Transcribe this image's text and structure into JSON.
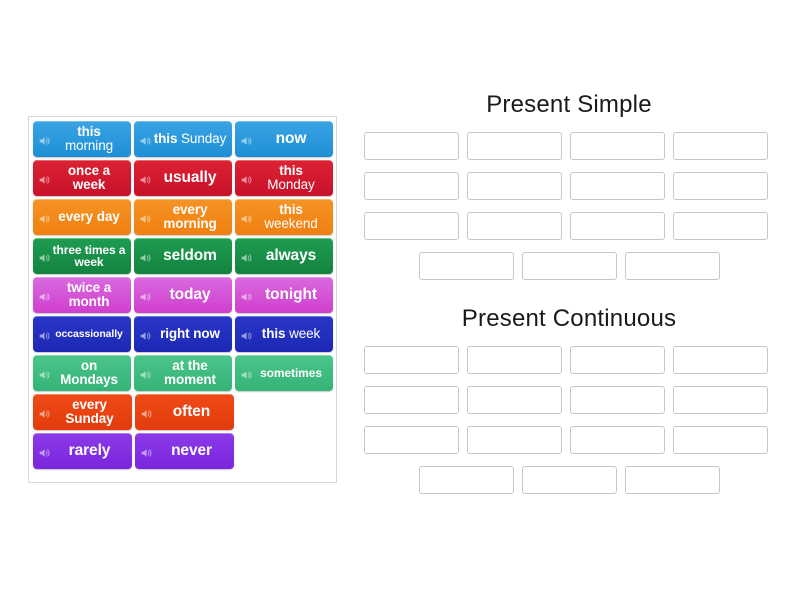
{
  "tile_bank": {
    "name": "word-tile-bank",
    "speaker_icon": "speaker-icon",
    "rows": [
      [
        {
          "pre": "this",
          "post": "morning",
          "color": "c-blue",
          "size": "s-md"
        },
        {
          "pre": "this",
          "post": "Sunday",
          "color": "c-blue",
          "size": "s-md"
        },
        {
          "text": "now",
          "color": "c-blue",
          "size": "s-lg"
        }
      ],
      [
        {
          "text": "once a week",
          "color": "c-red",
          "size": "s-md"
        },
        {
          "text": "usually",
          "color": "c-red",
          "size": "s-lg"
        },
        {
          "pre": "this",
          "post": "Monday",
          "color": "c-red",
          "size": "s-md"
        }
      ],
      [
        {
          "text": "every day",
          "color": "c-orange",
          "size": "s-md"
        },
        {
          "text": "every morning",
          "color": "c-orange",
          "size": "s-md"
        },
        {
          "pre": "this",
          "post": "weekend",
          "color": "c-orange",
          "size": "s-md"
        }
      ],
      [
        {
          "text": "three times a week",
          "color": "c-green",
          "size": "s-sm"
        },
        {
          "text": "seldom",
          "color": "c-green",
          "size": "s-lg"
        },
        {
          "text": "always",
          "color": "c-green",
          "size": "s-lg"
        }
      ],
      [
        {
          "text": "twice a month",
          "color": "c-magenta",
          "size": "s-md"
        },
        {
          "text": "today",
          "color": "c-magenta",
          "size": "s-lg"
        },
        {
          "text": "tonight",
          "color": "c-magenta",
          "size": "s-lg"
        }
      ],
      [
        {
          "text": "occassionally",
          "color": "c-navy",
          "size": "s-xs"
        },
        {
          "text": "right now",
          "color": "c-navy",
          "size": "s-md"
        },
        {
          "pre": "this",
          "post": "week",
          "color": "c-navy",
          "size": "s-md",
          "inline": true
        }
      ],
      [
        {
          "text": "on Mondays",
          "color": "c-mint",
          "size": "s-md"
        },
        {
          "text": "at the moment",
          "color": "c-mint",
          "size": "s-md"
        },
        {
          "text": "sometimes",
          "color": "c-mint",
          "size": "s-sm"
        }
      ],
      [
        {
          "text": "every Sunday",
          "color": "c-tomato",
          "size": "s-md"
        },
        {
          "text": "often",
          "color": "c-tomato",
          "size": "s-lg"
        }
      ],
      [
        {
          "text": "rarely",
          "color": "c-purple",
          "size": "s-lg"
        },
        {
          "text": "never",
          "color": "c-purple",
          "size": "s-lg"
        }
      ]
    ]
  },
  "panels": [
    {
      "id": "present-simple",
      "title": "Present Simple",
      "rows": [
        4,
        4,
        4,
        3
      ]
    },
    {
      "id": "present-continuous",
      "title": "Present Continuous",
      "rows": [
        4,
        4,
        4,
        3
      ]
    }
  ],
  "colors": {
    "blue": "#1e8fd6",
    "red": "#c8102a",
    "orange": "#ef7f10",
    "green": "#13833f",
    "magenta": "#cf3fcd",
    "navy": "#1c28b4",
    "mint": "#35b377",
    "tomato": "#e33c0c",
    "purple": "#7a26dd",
    "slot_border": "#c6c6c6",
    "bank_border": "#d8d8d8",
    "title_text": "#1a1a1a",
    "tile_text": "#ffffff"
  }
}
